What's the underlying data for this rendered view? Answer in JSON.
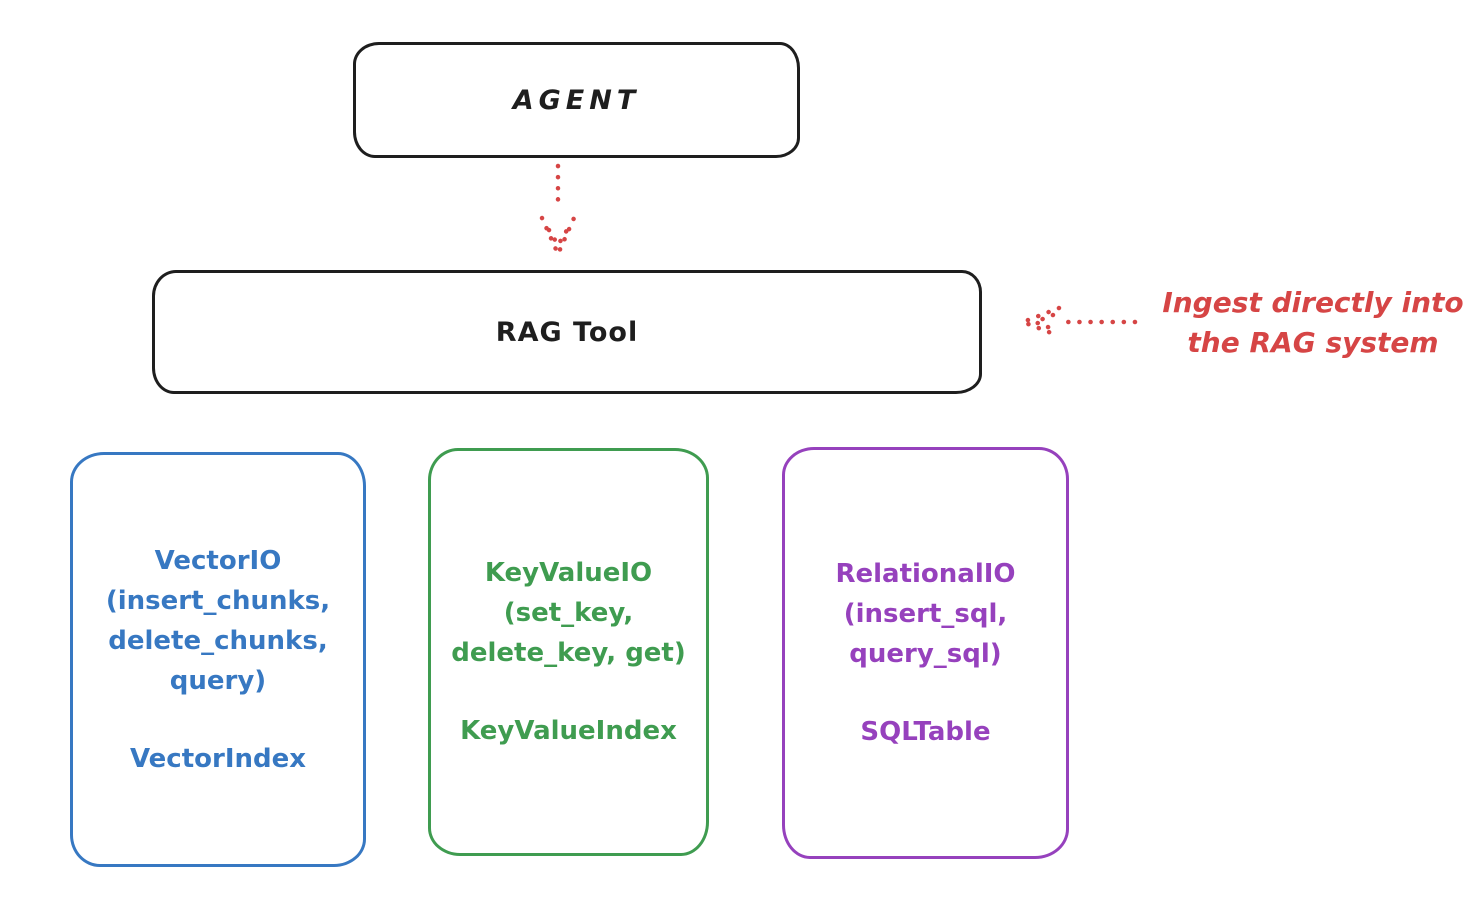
{
  "diagram": {
    "agent": {
      "label": "AGENT"
    },
    "rag_tool": {
      "label": "RAG Tool"
    },
    "annotation": {
      "text": "Ingest directly into\nthe RAG system",
      "color": "#d64545"
    },
    "arrows": [
      {
        "name": "agent-to-rag-tool",
        "style": "dotted",
        "direction": "down",
        "color": "#d64545"
      },
      {
        "name": "annotation-to-rag-tool",
        "style": "dotted",
        "direction": "left",
        "color": "#d64545"
      }
    ],
    "backends": [
      {
        "name": "VectorIO",
        "methods": "(insert_chunks,\ndelete_chunks,\nquery)",
        "index": "VectorIndex",
        "color": "#3778c2"
      },
      {
        "name": "KeyValueIO",
        "methods": "(set_key,\ndelete_key, get)",
        "index": "KeyValueIndex",
        "color": "#3f9c50"
      },
      {
        "name": "RelationalIO",
        "methods": "(insert_sql,\nquery_sql)",
        "index": "SQLTable",
        "color": "#9641bd"
      }
    ],
    "stroke_color": "#1e1e1e",
    "background": "#ffffff"
  }
}
